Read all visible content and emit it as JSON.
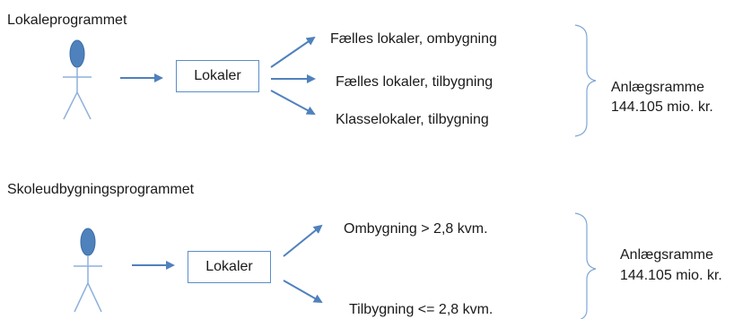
{
  "diagrams": [
    {
      "heading": "Lokaleprogrammet",
      "box_label": "Lokaler",
      "branches": [
        "Fælles lokaler, ombygning",
        "Fælles lokaler, tilbygning",
        "Klasselokaler, tilbygning"
      ],
      "summary": [
        "Anlægsramme",
        "144.105 mio. kr."
      ]
    },
    {
      "heading": "Skoleudbygningsprogrammet",
      "box_label": "Lokaler",
      "branches": [
        "Ombygning > 2,8 kvm.",
        "Tilbygning <= 2,8 kvm."
      ],
      "summary": [
        "Anlægsramme",
        "144.105 mio. kr."
      ]
    }
  ],
  "colors": {
    "arrow": "#4f81bd",
    "figure_head": "#4f81bd",
    "figure_lines": "#8eb1dc",
    "bracket": "#7fa6d6",
    "box_border": "#5b8dc9"
  }
}
